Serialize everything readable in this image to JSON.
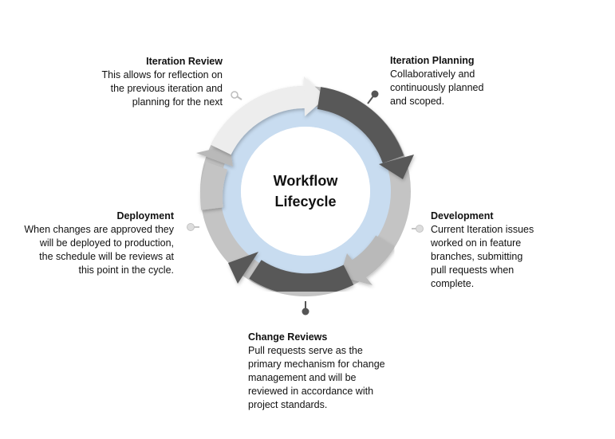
{
  "center": {
    "title": "Workflow\nLifecycle"
  },
  "stages": {
    "iteration_review": {
      "title": "Iteration Review",
      "description": "This allows for reflection on\nthe previous iteration and\nplanning for the next"
    },
    "iteration_planning": {
      "title": "Iteration Planning",
      "description": "Collaboratively and\ncontinuously  planned\nand scoped."
    },
    "development": {
      "title": "Development",
      "description": "Current Iteration issues\nworked on in feature\nbranches, submitting\npull requests when\ncomplete."
    },
    "change_reviews": {
      "title": "Change Reviews",
      "description": "Pull requests serve as the\nprimary mechanism for change\nmanagement and will be\nreviewed in accordance with\nproject standards."
    },
    "deployment": {
      "title": "Deployment",
      "description": "When changes are approved they\nwill be deployed to production,\nthe schedule will be reviews at\nthis point in the cycle."
    }
  },
  "colors": {
    "inner_ring": "#c8dcf0",
    "outer_ring": "#c4c4c4",
    "dark_arrow": "#585858",
    "light_arrow": "#ededed",
    "mid_arrow": "#b9b9b9"
  }
}
